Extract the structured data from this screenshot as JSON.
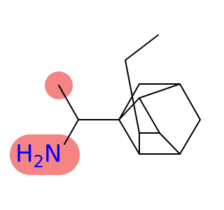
{
  "molecule": {
    "atom_label": {
      "element": "H",
      "subscript": "2",
      "heteroatom": "N"
    },
    "colors": {
      "bond": "#000000",
      "heteroatom": "#0000ff",
      "highlight": "#f47a7a"
    }
  }
}
